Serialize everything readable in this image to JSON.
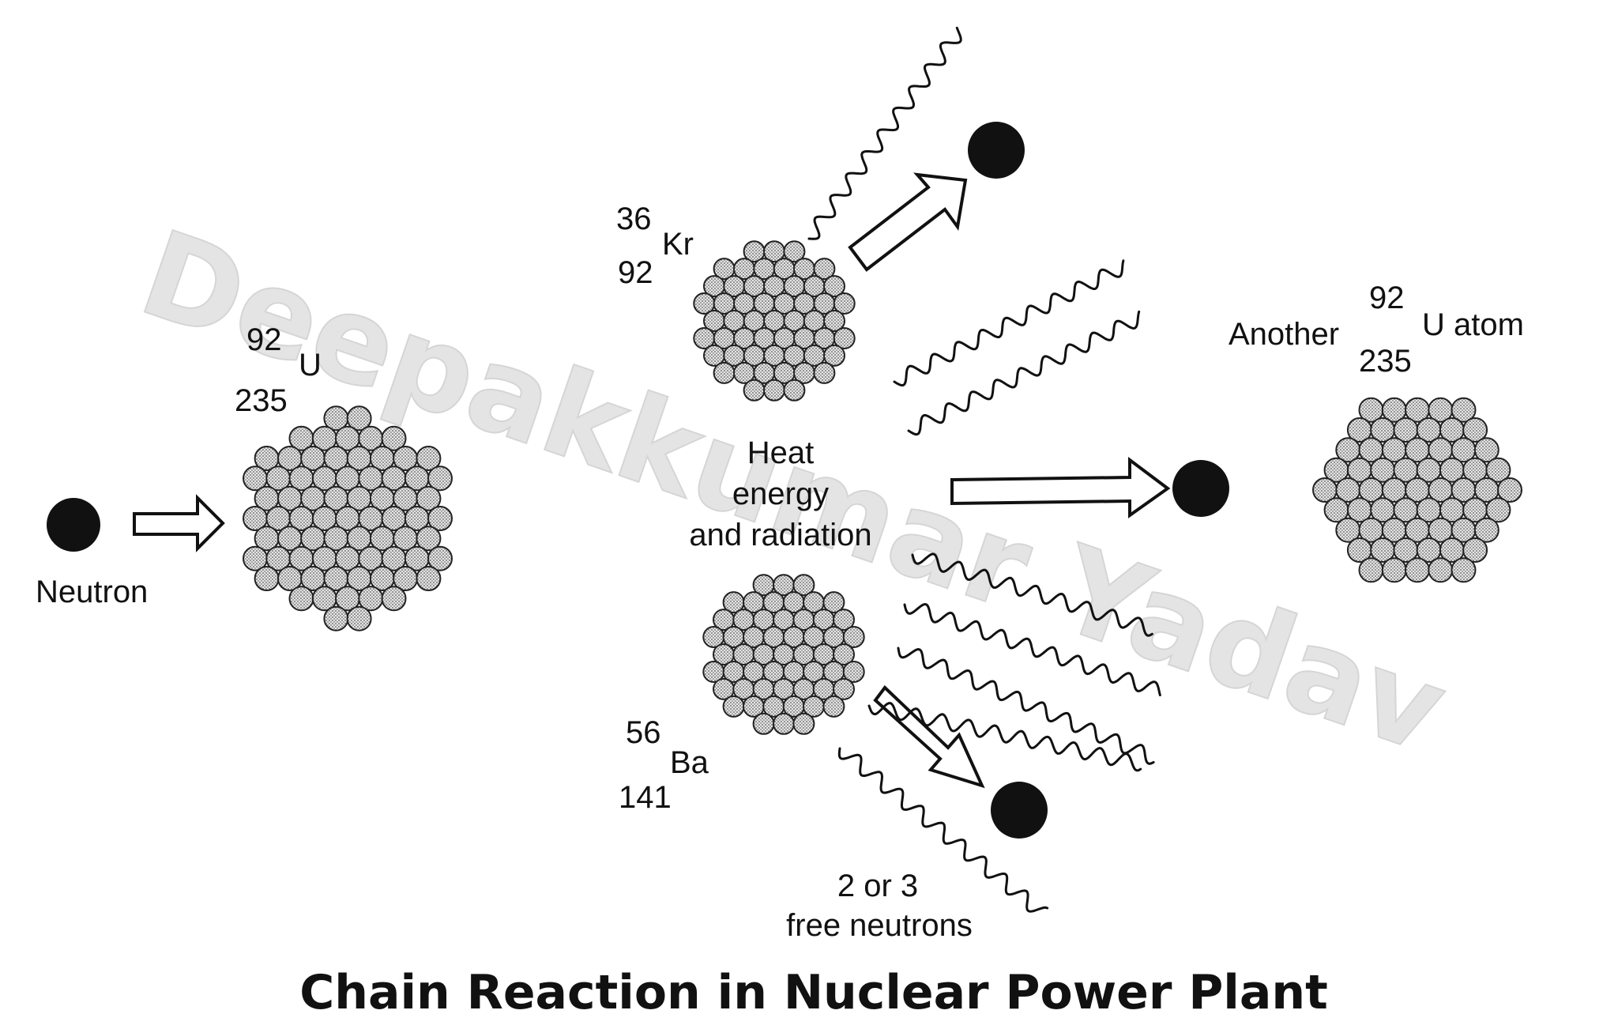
{
  "title": "Chain Reaction in Nuclear Power Plant",
  "watermark": "Deepakkumar Yadav",
  "colors": {
    "ink": "#111111",
    "background": "#ffffff",
    "nucleon": "#d9d9d9",
    "watermark": "#dcdcdc"
  },
  "labels": {
    "neutron": "Neutron",
    "u235_atomic": "92",
    "u235_symbol": "U",
    "u235_mass": "235",
    "kr_atomic": "36",
    "kr_symbol": "Kr",
    "kr_mass": "92",
    "ba_atomic": "56",
    "ba_symbol": "Ba",
    "ba_mass": "141",
    "heat_line1": "Heat",
    "heat_line2": "energy",
    "heat_line3": "and radiation",
    "free_line1": "2 or 3",
    "free_line2": "free neutrons",
    "another_prefix": "Another",
    "another_atomic": "92",
    "another_symbol": "U atom",
    "another_mass": "235"
  }
}
